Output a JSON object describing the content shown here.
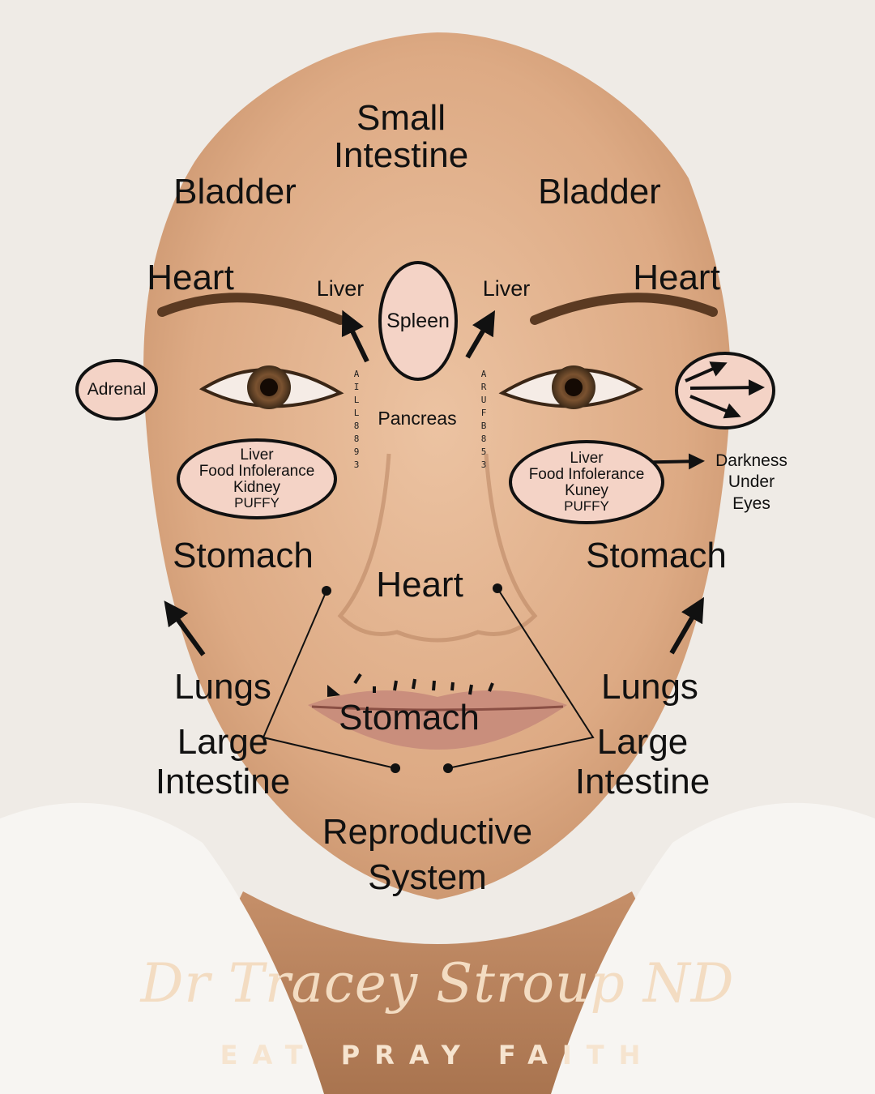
{
  "labels": {
    "small_intestine": [
      "Small",
      "Intestine"
    ],
    "bladder_left": "Bladder",
    "bladder_right": "Bladder",
    "heart_left": "Heart",
    "heart_right": "Heart",
    "liver_left": "Liver",
    "liver_right": "Liver",
    "spleen": "Spleen",
    "adrenal": "Adrenal",
    "pancreas": "Pancreas",
    "under_eye_left": [
      "Liver",
      "Food Infolerance",
      "Kidney",
      "PUFFY"
    ],
    "under_eye_right": [
      "Liver",
      "Food Infolerance",
      "Kuney",
      "PUFFY"
    ],
    "darkness_under_eyes": [
      "Darkness",
      "Under",
      "Eyes"
    ],
    "stomach_left": "Stomach",
    "stomach_right": "Stomach",
    "heart_nose": "Heart",
    "lungs_left": "Lungs",
    "lungs_right": "Lungs",
    "stomach_mouth": "Stomach",
    "large_intestine_left": [
      "Large",
      "Intestine"
    ],
    "large_intestine_right": [
      "Large",
      "Intestine"
    ],
    "reproductive_system": [
      "Reproductive",
      "System"
    ]
  },
  "nose_bridge_left_marks": [
    "A",
    "I",
    "L",
    "L",
    "8",
    "8",
    "9",
    "3"
  ],
  "nose_bridge_right_marks": [
    "A",
    "R",
    "U",
    "F",
    "B",
    "8",
    "5",
    "3"
  ],
  "signature": "Dr Tracey Stroup ND",
  "brand": "EAT PRAY FAITH",
  "colors": {
    "background": "#ffffff",
    "towel": "#efebe6",
    "skin": "#e3b48f",
    "oval_fill": "#f4d3c6",
    "ink": "#111111",
    "signature": "#f3dcc2"
  }
}
